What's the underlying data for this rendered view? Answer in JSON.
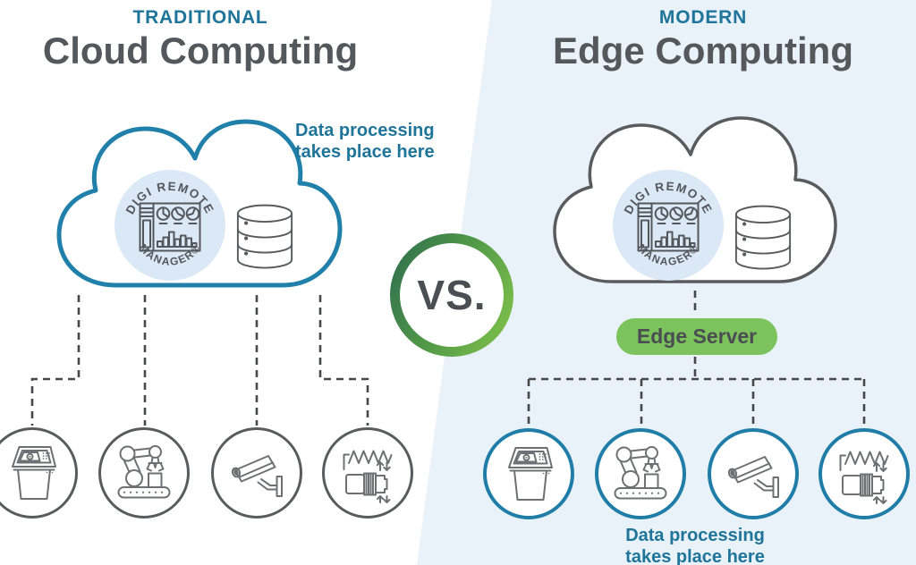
{
  "left_panel": {
    "eyebrow": "TRADITIONAL",
    "title": "Cloud Computing",
    "annotation": {
      "line1": "Data processing",
      "line2": "takes place here"
    }
  },
  "right_panel": {
    "eyebrow": "MODERN",
    "title": "Edge Computing",
    "edge_server_label": "Edge Server",
    "annotation": {
      "line1": "Data processing",
      "line2": "takes place here"
    }
  },
  "vs_badge": {
    "label": "VS."
  },
  "drm_logo": {
    "arc_top": "DIGI REMOTE",
    "arc_bottom": "MANAGER®"
  },
  "devices": [
    {
      "name": "kiosk-terminal"
    },
    {
      "name": "robotic-arm"
    },
    {
      "name": "security-camera"
    },
    {
      "name": "industrial-motor"
    }
  ],
  "colors": {
    "accent_teal_text": "#1f7599",
    "cloud_stroke_teal": "#2080aa",
    "neutral_gray_text": "#54575b",
    "dashed_line_gray": "#46484b",
    "icon_gray": "#6e7073",
    "right_panel_blue": "#e9f1f9",
    "logo_circle_blue": "#dbe8f6",
    "edge_server_green": "#7cc35e",
    "vs_ring_gradient_start": "#2e6b4f",
    "vs_ring_gradient_end": "#84c54b"
  }
}
